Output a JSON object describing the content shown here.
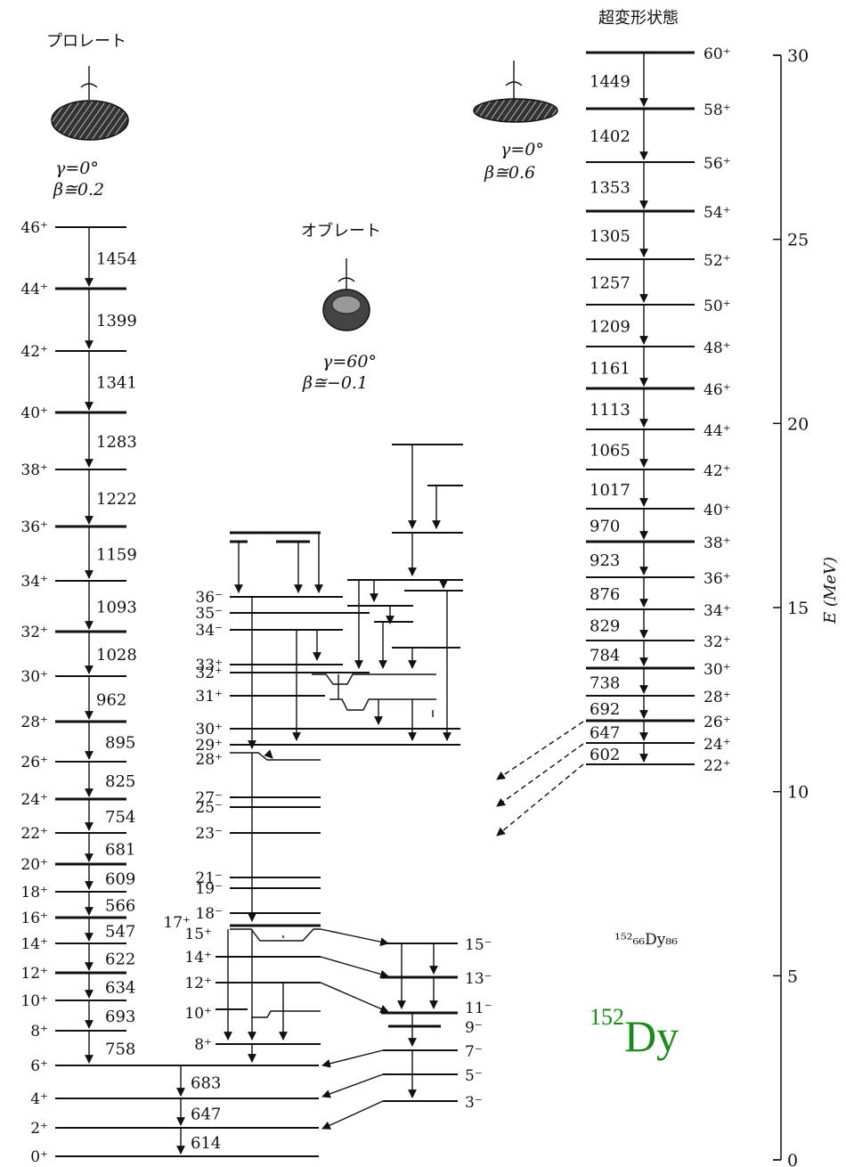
{
  "headers": {
    "prolate": "プロレート",
    "oblate": "オブレート",
    "superdeformed": "超変形状態"
  },
  "shapes": {
    "prolate": {
      "gamma": "γ=0°",
      "beta": "β≅0.2"
    },
    "oblate": {
      "gamma": "γ=60°",
      "beta": "β≅−0.1"
    },
    "superdeformed": {
      "gamma": "γ=0°",
      "beta": "β≅0.6"
    }
  },
  "axis": {
    "label": "E (MeV)",
    "ticks": [
      "0",
      "5",
      "10",
      "15",
      "20",
      "25",
      "30"
    ]
  },
  "nucleus": {
    "small": "¹⁵²₆₆Dy₈₆",
    "big_mass": "152",
    "big_symbol": "Dy"
  },
  "prolate_band": {
    "levels": [
      "46⁺",
      "44⁺",
      "42⁺",
      "40⁺",
      "38⁺",
      "36⁺",
      "34⁺",
      "32⁺",
      "30⁺",
      "28⁺",
      "26⁺",
      "24⁺",
      "22⁺",
      "20⁺",
      "18⁺",
      "16⁺",
      "14⁺",
      "12⁺",
      "10⁺",
      "8⁺",
      "6⁺",
      "4⁺",
      "2⁺",
      "0⁺"
    ],
    "transitions": [
      "1454",
      "1399",
      "1341",
      "1283",
      "1222",
      "1159",
      "1093",
      "1028",
      "962",
      "895",
      "825",
      "754",
      "681",
      "609",
      "566",
      "547",
      "622",
      "634",
      "693",
      "758",
      "683",
      "647",
      "614"
    ]
  },
  "oblate_levels": {
    "labels": [
      "36⁻",
      "35⁻",
      "34⁻",
      "33⁺",
      "32⁺",
      "31⁺",
      "30⁺",
      "29⁺",
      "28⁺",
      "27⁻",
      "25⁻",
      "23⁻",
      "21⁻",
      "19⁻",
      "18⁻",
      "17⁺",
      "15⁺",
      "14⁺",
      "12⁺",
      "10⁺",
      "8⁺"
    ]
  },
  "negative_parity": {
    "labels": [
      "15⁻",
      "13⁻",
      "11⁻",
      "9⁻",
      "7⁻",
      "5⁻",
      "3⁻"
    ]
  },
  "superdeformed_band": {
    "levels": [
      "60⁺",
      "58⁺",
      "56⁺",
      "54⁺",
      "52⁺",
      "50⁺",
      "48⁺",
      "46⁺",
      "44⁺",
      "42⁺",
      "40⁺",
      "38⁺",
      "36⁺",
      "34⁺",
      "32⁺",
      "30⁺",
      "28⁺",
      "26⁺",
      "24⁺",
      "22⁺"
    ],
    "transitions": [
      "1449",
      "1402",
      "1353",
      "1305",
      "1257",
      "1209",
      "1161",
      "1113",
      "1065",
      "1017",
      "970",
      "923",
      "876",
      "829",
      "784",
      "738",
      "692",
      "647",
      "602"
    ]
  }
}
